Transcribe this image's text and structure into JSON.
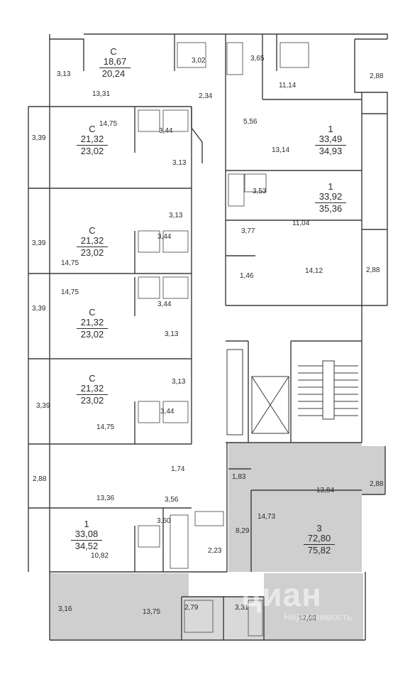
{
  "floor_plan": {
    "apartments": [
      {
        "id": "a1",
        "rooms": "С",
        "living": "18,67",
        "total": "20,24"
      },
      {
        "id": "a2",
        "rooms": "С",
        "living": "21,32",
        "total": "23,02"
      },
      {
        "id": "a3",
        "rooms": "С",
        "living": "21,32",
        "total": "23,02"
      },
      {
        "id": "a4",
        "rooms": "С",
        "living": "21,32",
        "total": "23,02"
      },
      {
        "id": "a5",
        "rooms": "С",
        "living": "21,32",
        "total": "23,02"
      },
      {
        "id": "a6",
        "rooms": "1",
        "living": "33,08",
        "total": "34,52"
      },
      {
        "id": "a7",
        "rooms": "1",
        "living": "33,49",
        "total": "34,93"
      },
      {
        "id": "a8",
        "rooms": "1",
        "living": "33,92",
        "total": "35,36"
      },
      {
        "id": "a9",
        "rooms": "3",
        "living": "72,80",
        "total": "75,82"
      }
    ],
    "areas": [
      "3,13",
      "13,31",
      "3,02",
      "3,65",
      "2,88",
      "11,14",
      "2,34",
      "5,56",
      "13,14",
      "3,39",
      "14,75",
      "3,44",
      "3,13",
      "3,53",
      "3,13",
      "11,04",
      "3,77",
      "3,39",
      "3,44",
      "1,46",
      "14,12",
      "2,88",
      "14,75",
      "3,39",
      "14,75",
      "3,44",
      "3,13",
      "3,13",
      "3,39",
      "3,44",
      "14,75",
      "2,88",
      "1,74",
      "13,36",
      "1,83",
      "13,84",
      "2,88",
      "3,56",
      "14,73",
      "3,60",
      "10,82",
      "2,23",
      "8,29",
      "3,16",
      "13,75",
      "2,79",
      "3,31",
      "12,03"
    ],
    "watermark": "циан",
    "watermark_sub": "Недвижимость"
  }
}
